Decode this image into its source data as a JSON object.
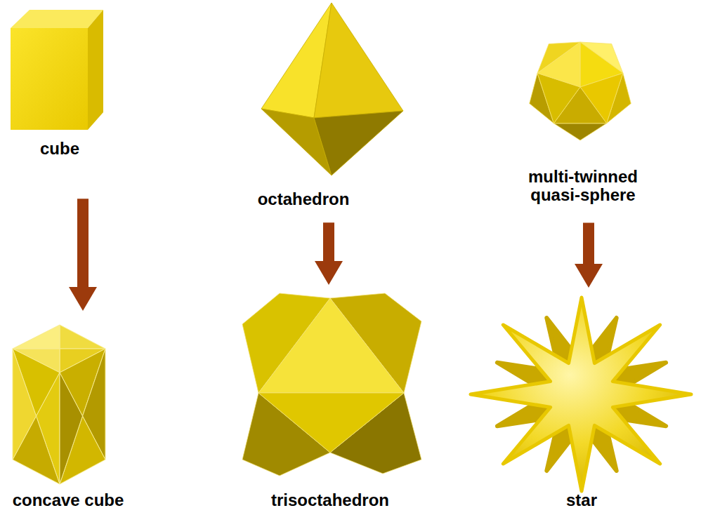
{
  "diagram": {
    "nodes": [
      {
        "text": [
          "cube"
        ]
      },
      {
        "text": [
          "octahedron"
        ]
      },
      {
        "text": [
          "multi-twinned quasi-sphere"
        ]
      },
      {
        "text": [
          "concave cube"
        ]
      },
      {
        "text": [
          "trisoctahedron"
        ]
      },
      {
        "text": [
          "star"
        ]
      }
    ],
    "edges": [
      {
        "from": 0,
        "to": 3,
        "arrow": "to"
      },
      {
        "from": 1,
        "to": 4,
        "arrow": "to"
      },
      {
        "from": 2,
        "to": 5,
        "arrow": "to"
      }
    ]
  }
}
